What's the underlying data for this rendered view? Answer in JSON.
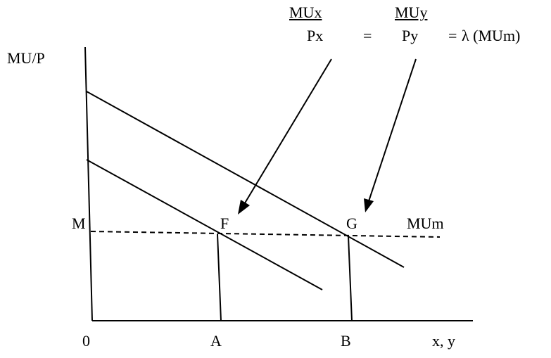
{
  "formula": {
    "mux_numerator": "MUx",
    "mux_denominator": "Px",
    "muy_numerator": "MUy",
    "muy_denominator": "Py",
    "equals_1": "=",
    "equals_2": "=",
    "lambda_text": "λ (MUm)"
  },
  "axes": {
    "y_label": "MU/P",
    "x_label": "x, y",
    "origin": "0"
  },
  "points": {
    "m": "M",
    "f": "F",
    "g": "G",
    "a": "A",
    "b": "B",
    "mum": "MUm"
  }
}
